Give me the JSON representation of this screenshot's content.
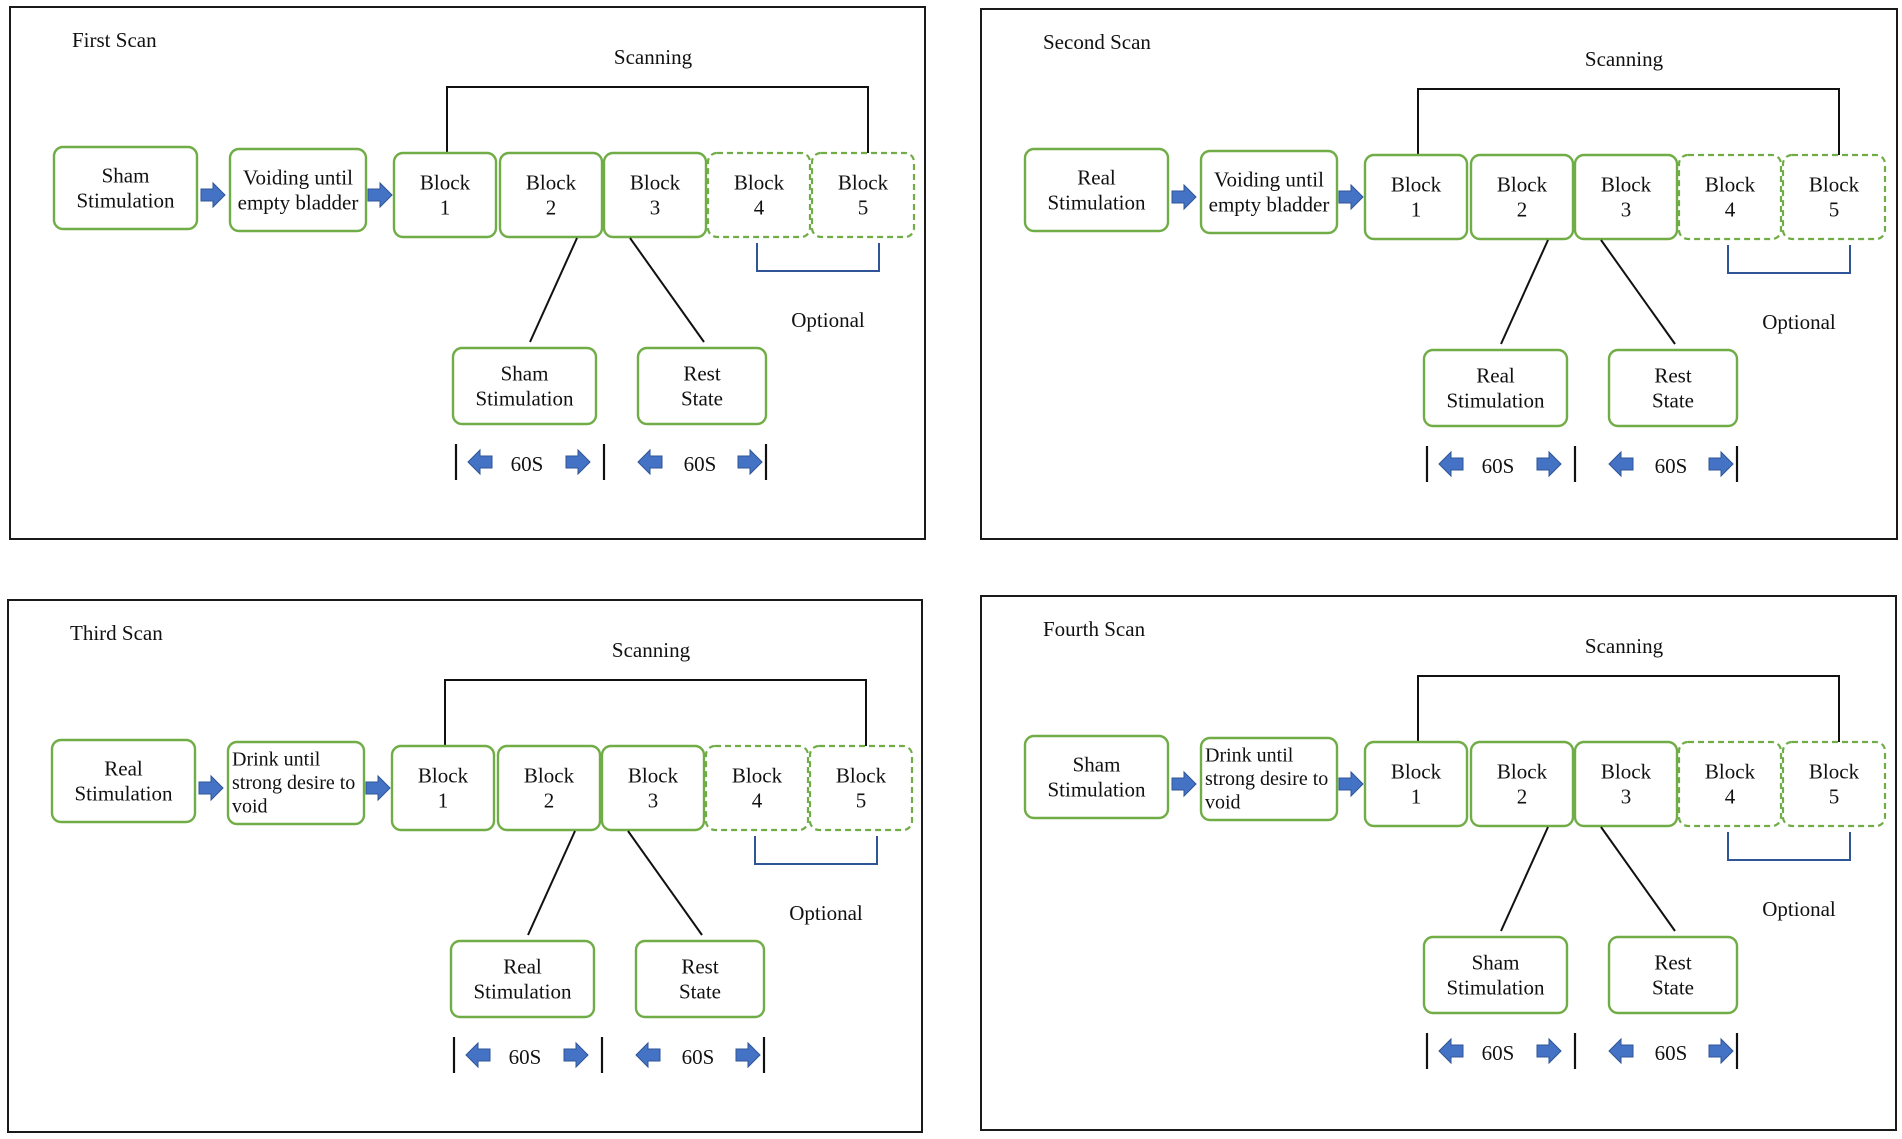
{
  "colors": {
    "box_border": "#70ad47",
    "arrow_fill": "#4472c4",
    "optional_bracket": "#2f5597",
    "frame": "#1a1a1a"
  },
  "panels": [
    {
      "title": "First Scan",
      "scanning_label": "Scanning",
      "stimulation_box": [
        "Sham",
        "Stimulation"
      ],
      "prep_box": [
        "Voiding until",
        "empty bladder"
      ],
      "blocks": [
        [
          "Block",
          "1"
        ],
        [
          "Block",
          "2"
        ],
        [
          "Block",
          "3"
        ],
        [
          "Block",
          "4"
        ],
        [
          "Block",
          "5"
        ]
      ],
      "optional_label": "Optional",
      "condition_box": [
        "Sham",
        "Stimulation"
      ],
      "rest_box": [
        "Rest",
        "State"
      ],
      "timing": [
        "60S",
        "60S"
      ]
    },
    {
      "title": "Second Scan",
      "scanning_label": "Scanning",
      "stimulation_box": [
        "Real",
        "Stimulation"
      ],
      "prep_box": [
        "Voiding until",
        "empty bladder"
      ],
      "blocks": [
        [
          "Block",
          "1"
        ],
        [
          "Block",
          "2"
        ],
        [
          "Block",
          "3"
        ],
        [
          "Block",
          "4"
        ],
        [
          "Block",
          "5"
        ]
      ],
      "optional_label": "Optional",
      "condition_box": [
        "Real",
        "Stimulation"
      ],
      "rest_box": [
        "Rest",
        "State"
      ],
      "timing": [
        "60S",
        "60S"
      ]
    },
    {
      "title": "Third Scan",
      "scanning_label": "Scanning",
      "stimulation_box": [
        "Real",
        "Stimulation"
      ],
      "prep_box": [
        "Drink until",
        "strong desire to",
        "void"
      ],
      "blocks": [
        [
          "Block",
          "1"
        ],
        [
          "Block",
          "2"
        ],
        [
          "Block",
          "3"
        ],
        [
          "Block",
          "4"
        ],
        [
          "Block",
          "5"
        ]
      ],
      "optional_label": "Optional",
      "condition_box": [
        "Real",
        "Stimulation"
      ],
      "rest_box": [
        "Rest",
        "State"
      ],
      "timing": [
        "60S",
        "60S"
      ]
    },
    {
      "title": "Fourth Scan",
      "scanning_label": "Scanning",
      "stimulation_box": [
        "Sham",
        "Stimulation"
      ],
      "prep_box": [
        "Drink until",
        "strong desire to",
        "void"
      ],
      "blocks": [
        [
          "Block",
          "1"
        ],
        [
          "Block",
          "2"
        ],
        [
          "Block",
          "3"
        ],
        [
          "Block",
          "4"
        ],
        [
          "Block",
          "5"
        ]
      ],
      "optional_label": "Optional",
      "condition_box": [
        "Sham",
        "Stimulation"
      ],
      "rest_box": [
        "Rest",
        "State"
      ],
      "timing": [
        "60S",
        "60S"
      ]
    }
  ]
}
